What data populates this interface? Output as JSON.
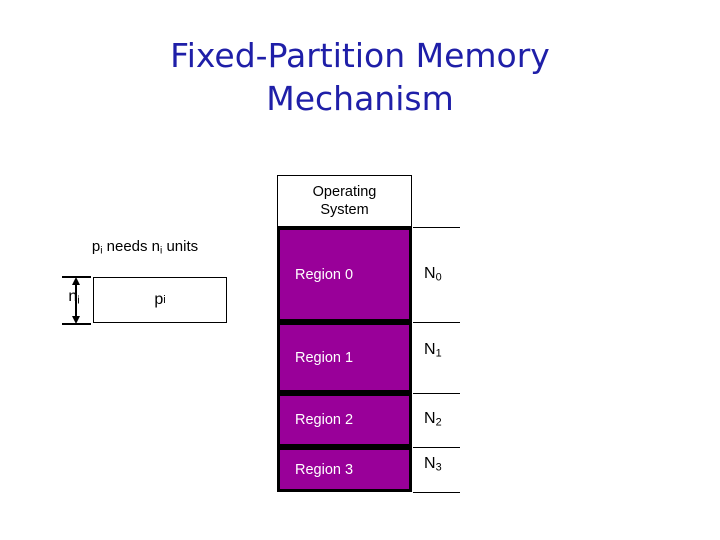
{
  "slide": {
    "title": "Fixed-Partition Memory\nMechanism",
    "title_color": "#1f1fa8",
    "background_color": "#ffffff"
  },
  "process_request": {
    "caption_prefix": "p",
    "caption_sub1": "i",
    "caption_middle": " needs n",
    "caption_sub2": "i",
    "caption_suffix": " units",
    "caption_full": "pi needs ni units",
    "size_label": "n",
    "size_label_sub": "i",
    "box_label": "p",
    "box_label_sub": "i"
  },
  "memory": {
    "os_line1": "Operating",
    "os_line2": "System",
    "region_fill_color": "#990099",
    "region_text_color": "#ffffff",
    "regions": [
      {
        "label": "Region 0",
        "size_label": "N",
        "size_sub": "0"
      },
      {
        "label": "Region 1",
        "size_label": "N",
        "size_sub": "1"
      },
      {
        "label": "Region 2",
        "size_label": "N",
        "size_sub": "2"
      },
      {
        "label": "Region 3",
        "size_label": "N",
        "size_sub": "3"
      }
    ]
  }
}
